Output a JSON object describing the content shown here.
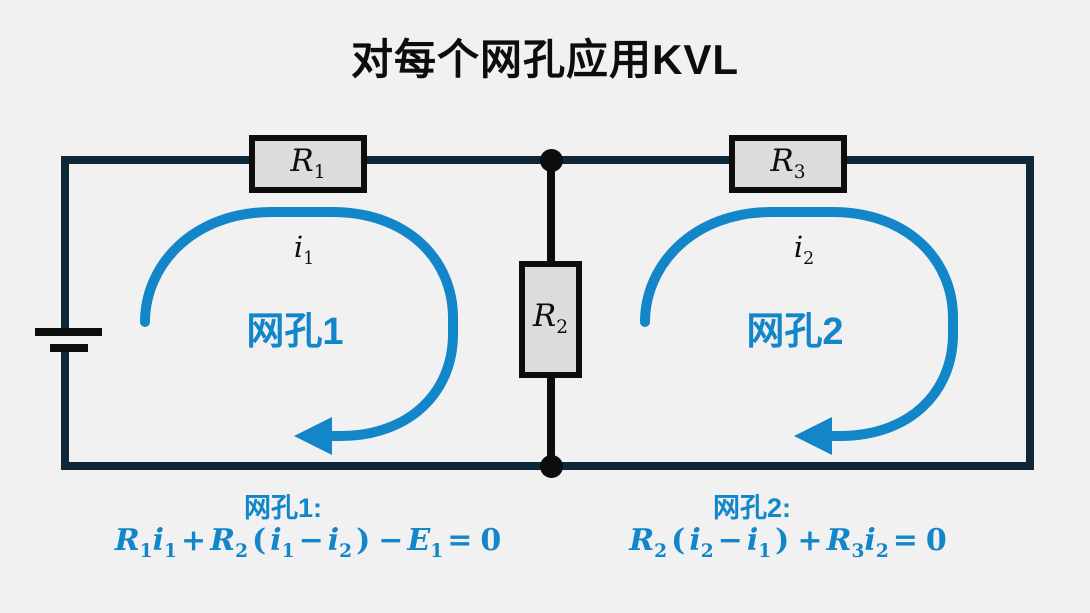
{
  "title": "对每个网孔应用KVL",
  "colors": {
    "accent": "#1286c8",
    "wire": "#0f2838",
    "ink": "#0d0d0d",
    "component_fill": "#dcdcdc",
    "background": "#f1f1f2"
  },
  "components": {
    "r1": {
      "symbol": "R",
      "sub": "1"
    },
    "r2": {
      "symbol": "R",
      "sub": "2"
    },
    "r3": {
      "symbol": "R",
      "sub": "3"
    }
  },
  "meshes": {
    "mesh1": {
      "label": "网孔1",
      "current": {
        "symbol": "i",
        "sub": "1"
      }
    },
    "mesh2": {
      "label": "网孔2",
      "current": {
        "symbol": "i",
        "sub": "2"
      }
    }
  },
  "equations": {
    "mesh1": {
      "heading": "网孔1:",
      "tokens": [
        {
          "t": "R",
          "s": "1",
          "v": 1
        },
        {
          "t": "i",
          "s": "1",
          "v": 1
        },
        {
          "t": "+"
        },
        {
          "t": "R",
          "s": "2",
          "v": 1
        },
        {
          "t": "("
        },
        {
          "t": "i",
          "s": "1",
          "v": 1
        },
        {
          "t": "−"
        },
        {
          "t": "i",
          "s": "2",
          "v": 1
        },
        {
          "t": ")"
        },
        {
          "t": "−"
        },
        {
          "t": "E",
          "s": "1",
          "v": 1
        },
        {
          "t": "="
        },
        {
          "t": "0"
        }
      ]
    },
    "mesh2": {
      "heading": "网孔2:",
      "tokens": [
        {
          "t": "R",
          "s": "2",
          "v": 1
        },
        {
          "t": "("
        },
        {
          "t": "i",
          "s": "2",
          "v": 1
        },
        {
          "t": "−"
        },
        {
          "t": "i",
          "s": "1",
          "v": 1
        },
        {
          "t": ")"
        },
        {
          "t": "+"
        },
        {
          "t": "R",
          "s": "3",
          "v": 1
        },
        {
          "t": "i",
          "s": "2",
          "v": 1
        },
        {
          "t": "="
        },
        {
          "t": "0"
        }
      ]
    }
  }
}
